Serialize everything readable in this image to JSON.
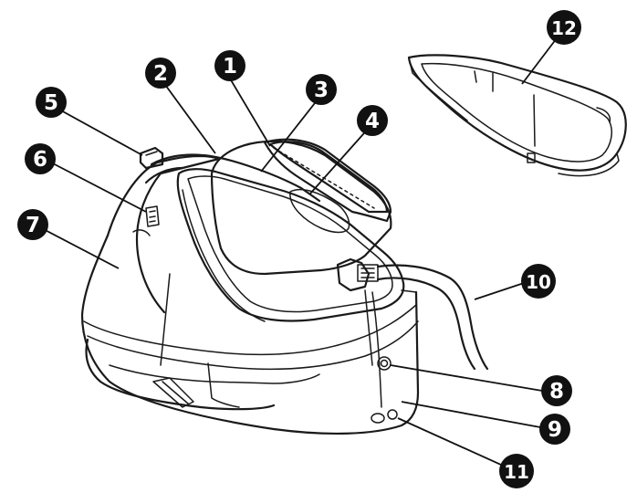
{
  "callouts": [
    {
      "id": "1",
      "label": "1"
    },
    {
      "id": "2",
      "label": "2"
    },
    {
      "id": "3",
      "label": "3"
    },
    {
      "id": "4",
      "label": "4"
    },
    {
      "id": "5",
      "label": "5"
    },
    {
      "id": "6",
      "label": "6"
    },
    {
      "id": "7",
      "label": "7"
    },
    {
      "id": "8",
      "label": "8"
    },
    {
      "id": "9",
      "label": "9"
    },
    {
      "id": "10",
      "label": "10"
    },
    {
      "id": "11",
      "label": "11"
    },
    {
      "id": "12",
      "label": "12"
    }
  ],
  "colors": {
    "badge": "#111111",
    "badge_text": "#ffffff",
    "lines": "#1a1a1a"
  }
}
